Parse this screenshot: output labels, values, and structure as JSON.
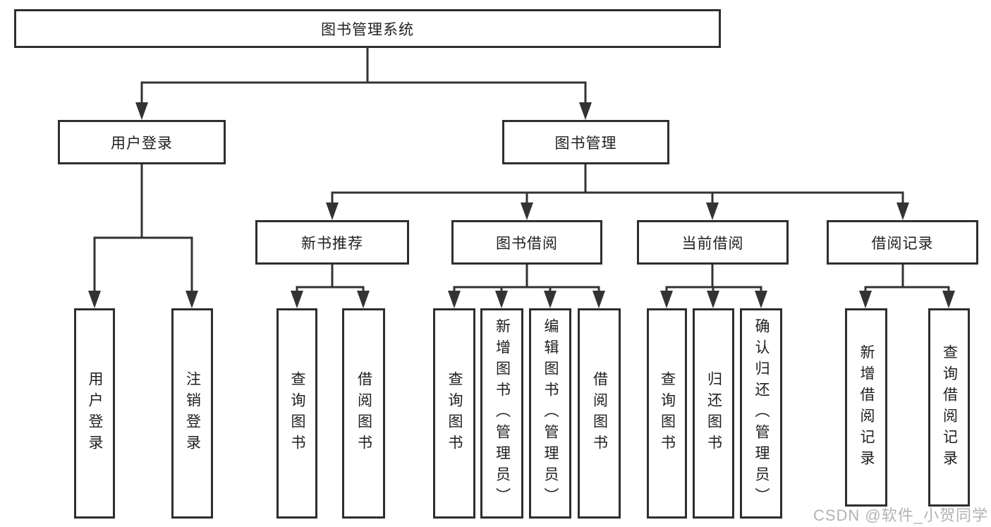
{
  "tree": {
    "root": {
      "label": "图书管理系统"
    },
    "children": [
      {
        "label": "用户登录",
        "children": [
          {
            "label": "用户登录"
          },
          {
            "label": "注销登录"
          }
        ]
      },
      {
        "label": "图书管理",
        "children": [
          {
            "label": "新书推荐",
            "children": [
              {
                "label": "查询图书"
              },
              {
                "label": "借阅图书"
              }
            ]
          },
          {
            "label": "图书借阅",
            "children": [
              {
                "label": "查询图书"
              },
              {
                "label": "新增图书（管理员）"
              },
              {
                "label": "编辑图书（管理员）"
              },
              {
                "label": "借阅图书"
              }
            ]
          },
          {
            "label": "当前借阅",
            "children": [
              {
                "label": "查询图书"
              },
              {
                "label": "归还图书"
              },
              {
                "label": "确认归还（管理员）"
              }
            ]
          },
          {
            "label": "借阅记录",
            "children": [
              {
                "label": "新增借阅记录"
              },
              {
                "label": "查询借阅记录"
              }
            ]
          }
        ]
      }
    ]
  },
  "watermark": {
    "text": "CSDN @软件_小贺同学"
  },
  "colors": {
    "background": "#ffffff",
    "line": "#333333",
    "box_border": "#2e2e2e",
    "box_fill": "#ffffff",
    "text": "#1f1f1f",
    "watermark": "#b3b3b3"
  }
}
